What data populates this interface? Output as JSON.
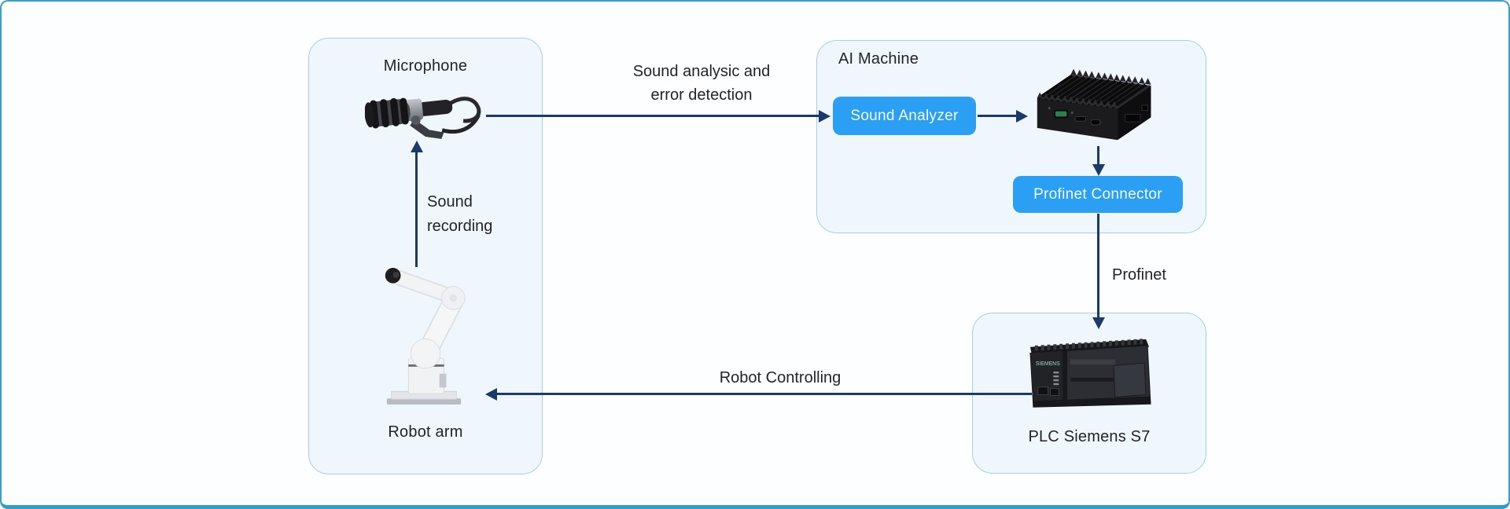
{
  "diagram": {
    "left_panel": {
      "title": "Microphone",
      "caption": "Robot arm"
    },
    "ai_panel": {
      "title": "AI Machine",
      "sound_analyzer": "Sound Analyzer",
      "profinet_connector": "Profinet Connector"
    },
    "plc_panel": {
      "caption": "PLC Siemens S7",
      "device_text": "SIEMENS"
    },
    "labels": {
      "sound_analysis_1": "Sound analysic and",
      "sound_analysis_2": "error detection",
      "sound_recording_1": "Sound",
      "sound_recording_2": "recording",
      "profinet": "Profinet",
      "robot_controlling": "Robot Controlling"
    },
    "images": {
      "microphone": "microphone-photo",
      "robot_arm": "robot-arm-photo",
      "ai_computer": "ai-edge-computer-photo",
      "plc": "siemens-s7-plc-photo"
    },
    "colors": {
      "node_blue": "#2b9ff3",
      "arrow": "#1b3a6b",
      "panel_bg": "#f0f7fc",
      "panel_border": "#a3cfe8",
      "canvas_border": "#3aa0c9",
      "text": "#232329"
    }
  }
}
